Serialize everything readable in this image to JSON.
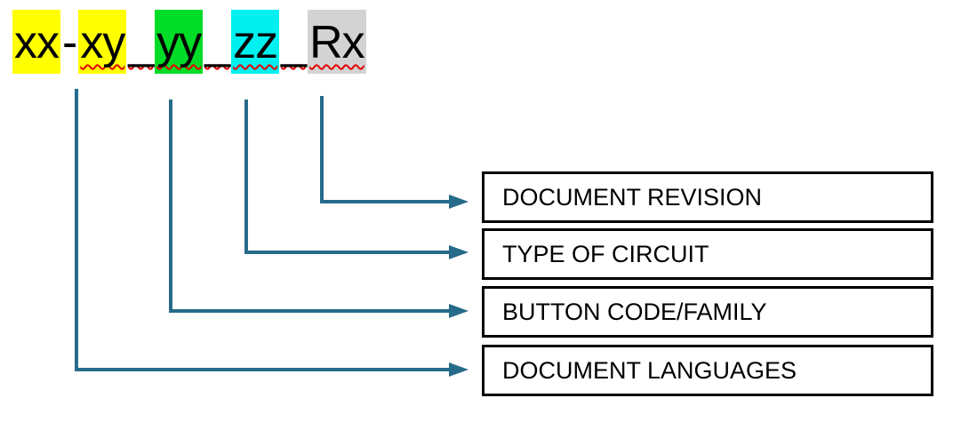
{
  "diagram": {
    "title": "document-code-naming-convention",
    "code": {
      "full_text": "xx-xy_yy_zz_Rx",
      "segments": [
        {
          "text": "xx",
          "highlight": "#FFFF00"
        },
        {
          "text": "-",
          "highlight": null
        },
        {
          "text": "xy",
          "highlight": "#FFFF00"
        },
        {
          "text": "_",
          "highlight": null
        },
        {
          "text": "yy",
          "highlight": "#00DC28"
        },
        {
          "text": "_",
          "highlight": null
        },
        {
          "text": "zz",
          "highlight": "#00F0F0"
        },
        {
          "text": "_",
          "highlight": null
        },
        {
          "text": "Rx",
          "highlight": "#D3D3D3"
        }
      ],
      "spellcheck_squiggle": {
        "style": "wavy",
        "color": "#E60000",
        "applies_to": "xy_yy_zz_Rx"
      }
    },
    "boxes": [
      {
        "label": "DOCUMENT REVISION",
        "source_segment": "Rx"
      },
      {
        "label": "TYPE OF CIRCUIT",
        "source_segment": "zz"
      },
      {
        "label": "BUTTON CODE/FAMILY",
        "source_segment": "yy"
      },
      {
        "label": "DOCUMENT LANGUAGES",
        "source_segment": "xx-xy"
      }
    ],
    "colors": {
      "arrow": "#266B8A",
      "box_border": "#000000",
      "text": "#000000",
      "background": "#FFFFFF",
      "highlight_yellow": "#FFFF00",
      "highlight_green": "#00DC28",
      "highlight_cyan": "#00F0F0",
      "highlight_gray": "#D3D3D3",
      "squiggle_red": "#E60000"
    }
  }
}
